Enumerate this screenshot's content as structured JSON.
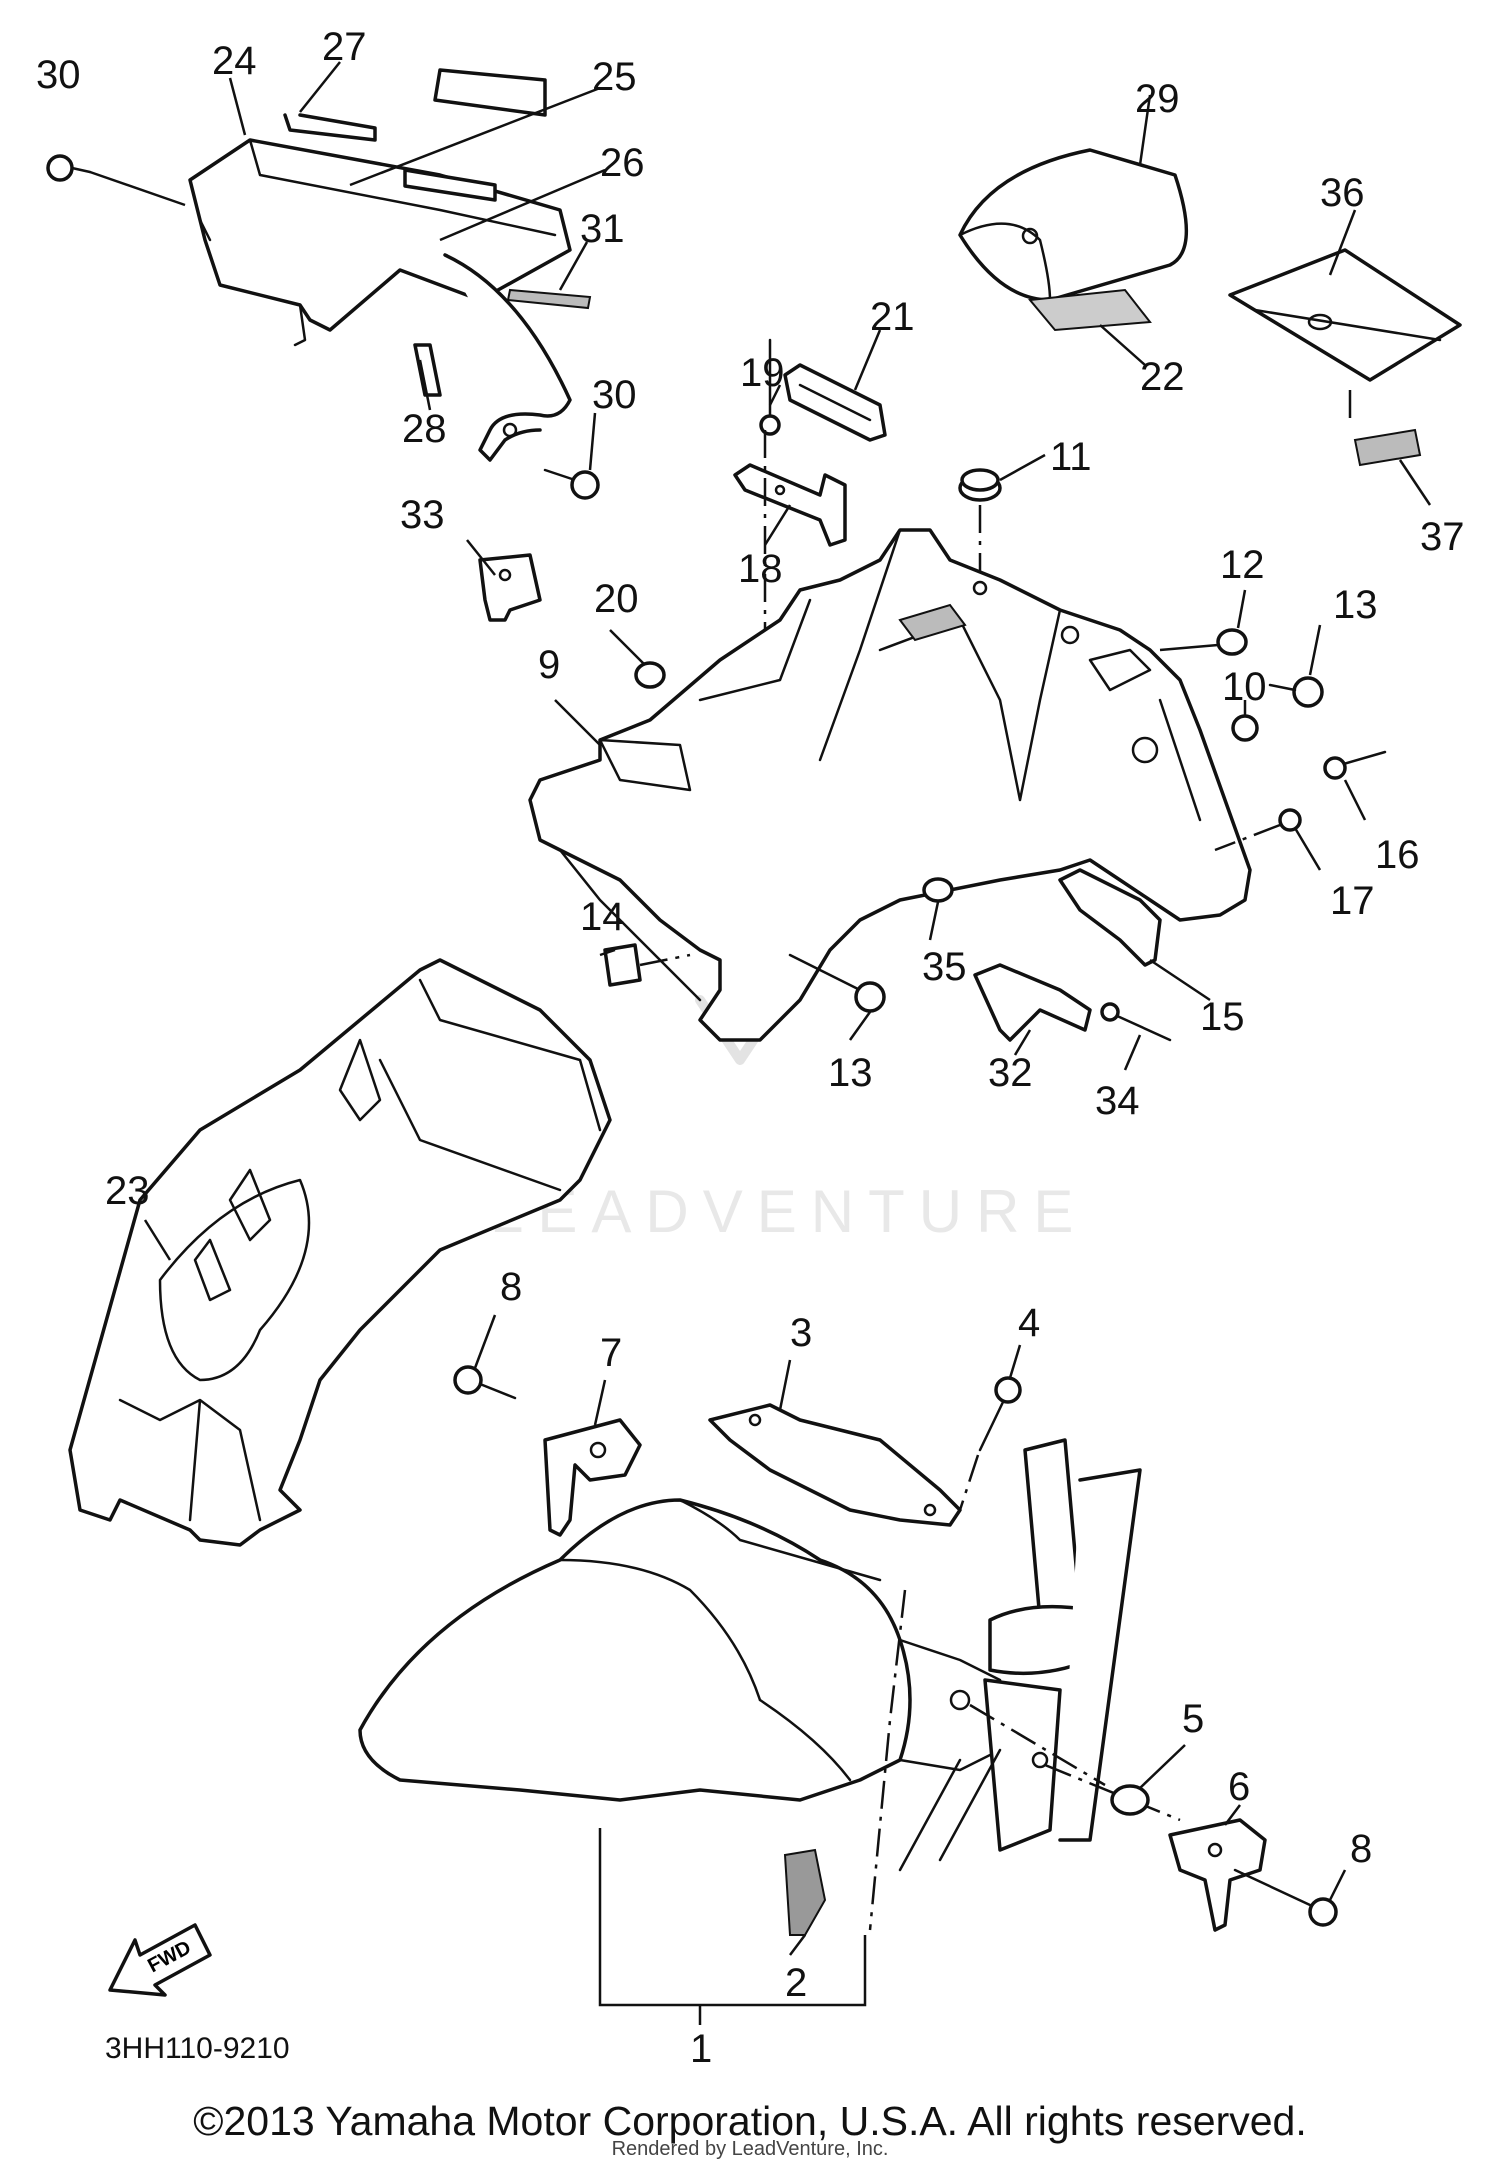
{
  "diagram_code": "3HH110-9210",
  "fwd_label": "FWD",
  "watermark": "LEADVENTURE",
  "footer": {
    "copyright": "©2013 Yamaha Motor Corporation, U.S.A. All rights reserved.",
    "rendered_by": "Rendered by LeadVenture, Inc."
  },
  "callouts": {
    "c1": "1",
    "c2": "2",
    "c3": "3",
    "c4": "4",
    "c5": "5",
    "c6": "6",
    "c7": "7",
    "c8a": "8",
    "c8b": "8",
    "c9": "9",
    "c10": "10",
    "c11": "11",
    "c12": "12",
    "c13a": "13",
    "c13b": "13",
    "c14": "14",
    "c15": "15",
    "c16": "16",
    "c17": "17",
    "c18": "18",
    "c19": "19",
    "c20": "20",
    "c21": "21",
    "c22": "22",
    "c23": "23",
    "c24": "24",
    "c25": "25",
    "c26": "26",
    "c27": "27",
    "c28": "28",
    "c29": "29",
    "c30a": "30",
    "c30b": "30",
    "c31": "31",
    "c32": "32",
    "c33": "33",
    "c34": "34",
    "c35": "35",
    "c36": "36",
    "c37": "37"
  }
}
